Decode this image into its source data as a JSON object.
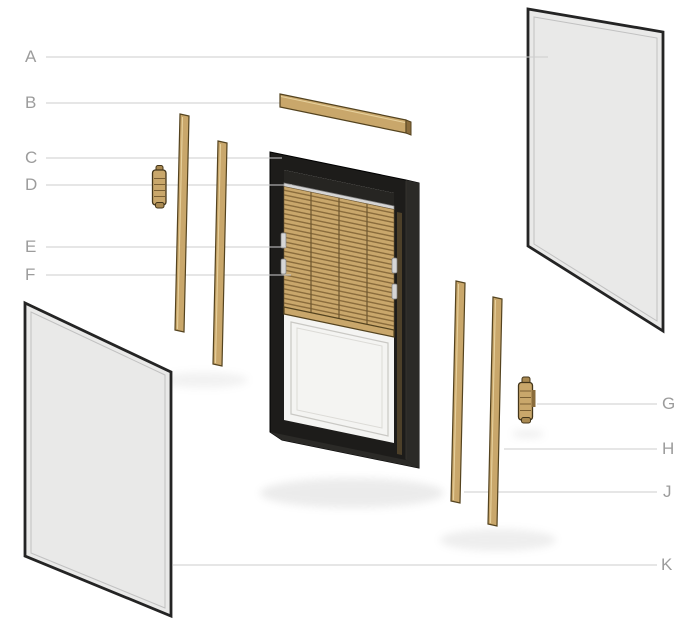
{
  "page": {
    "background": "#ffffff"
  },
  "diagram": {
    "type": "exploded-assembly-diagram",
    "subject": "window-unit-with-internal-blinds",
    "labels": {
      "a": "A",
      "b": "B",
      "c": "C",
      "d": "D",
      "e": "E",
      "f": "F",
      "g": "G",
      "h": "H",
      "j": "J",
      "k": "K"
    },
    "colors": {
      "wood": "#c9a76b",
      "wood-dark": "#8a6c3c",
      "wood-edge": "#54431f",
      "wood-highlight": "#e9d5a2",
      "frame": "#1d1c1a",
      "frame-side": "#2b2a27",
      "glass": "#e9e9e8",
      "glass-inner": "#f4f4f2",
      "metal": "#d6d6d6",
      "leader": "#cdcdcd",
      "label": "#9c9c9c",
      "shadow": "#8a8a8a"
    }
  }
}
